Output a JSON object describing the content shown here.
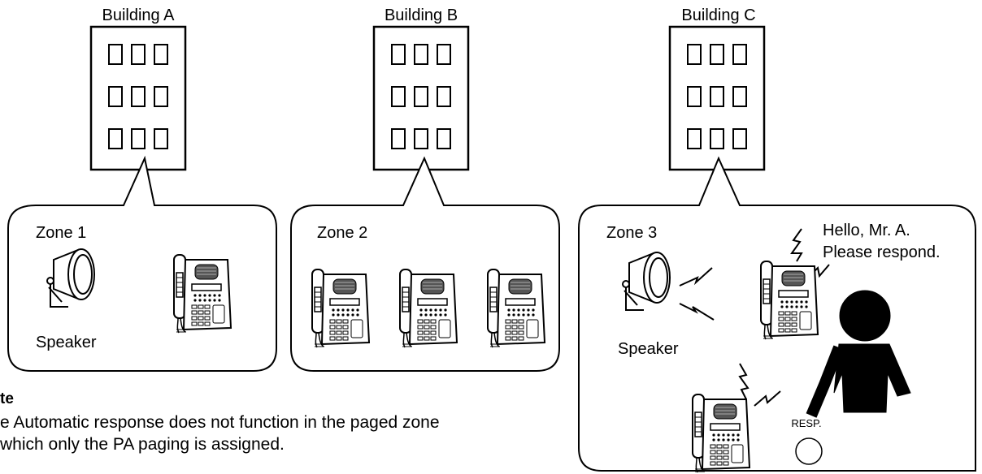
{
  "buildings": [
    {
      "label": "Building A"
    },
    {
      "label": "Building B"
    },
    {
      "label": "Building C"
    }
  ],
  "zones": [
    {
      "label": "Zone 1",
      "speaker_label": "Speaker"
    },
    {
      "label": "Zone 2"
    },
    {
      "label": "Zone 3",
      "speaker_label": "Speaker"
    }
  ],
  "speech_lines": [
    "Hello, Mr. A.",
    "Please respond."
  ],
  "resp_label": "RESP.",
  "note": {
    "title": "te",
    "lines": [
      "e Automatic response does not function in the paged zone",
      "which only the PA paging is assigned."
    ]
  },
  "icons": [
    "building-icon",
    "speaker-icon",
    "intercom-station-icon",
    "person-icon",
    "sound-wave-icon",
    "resp-button-icon"
  ]
}
